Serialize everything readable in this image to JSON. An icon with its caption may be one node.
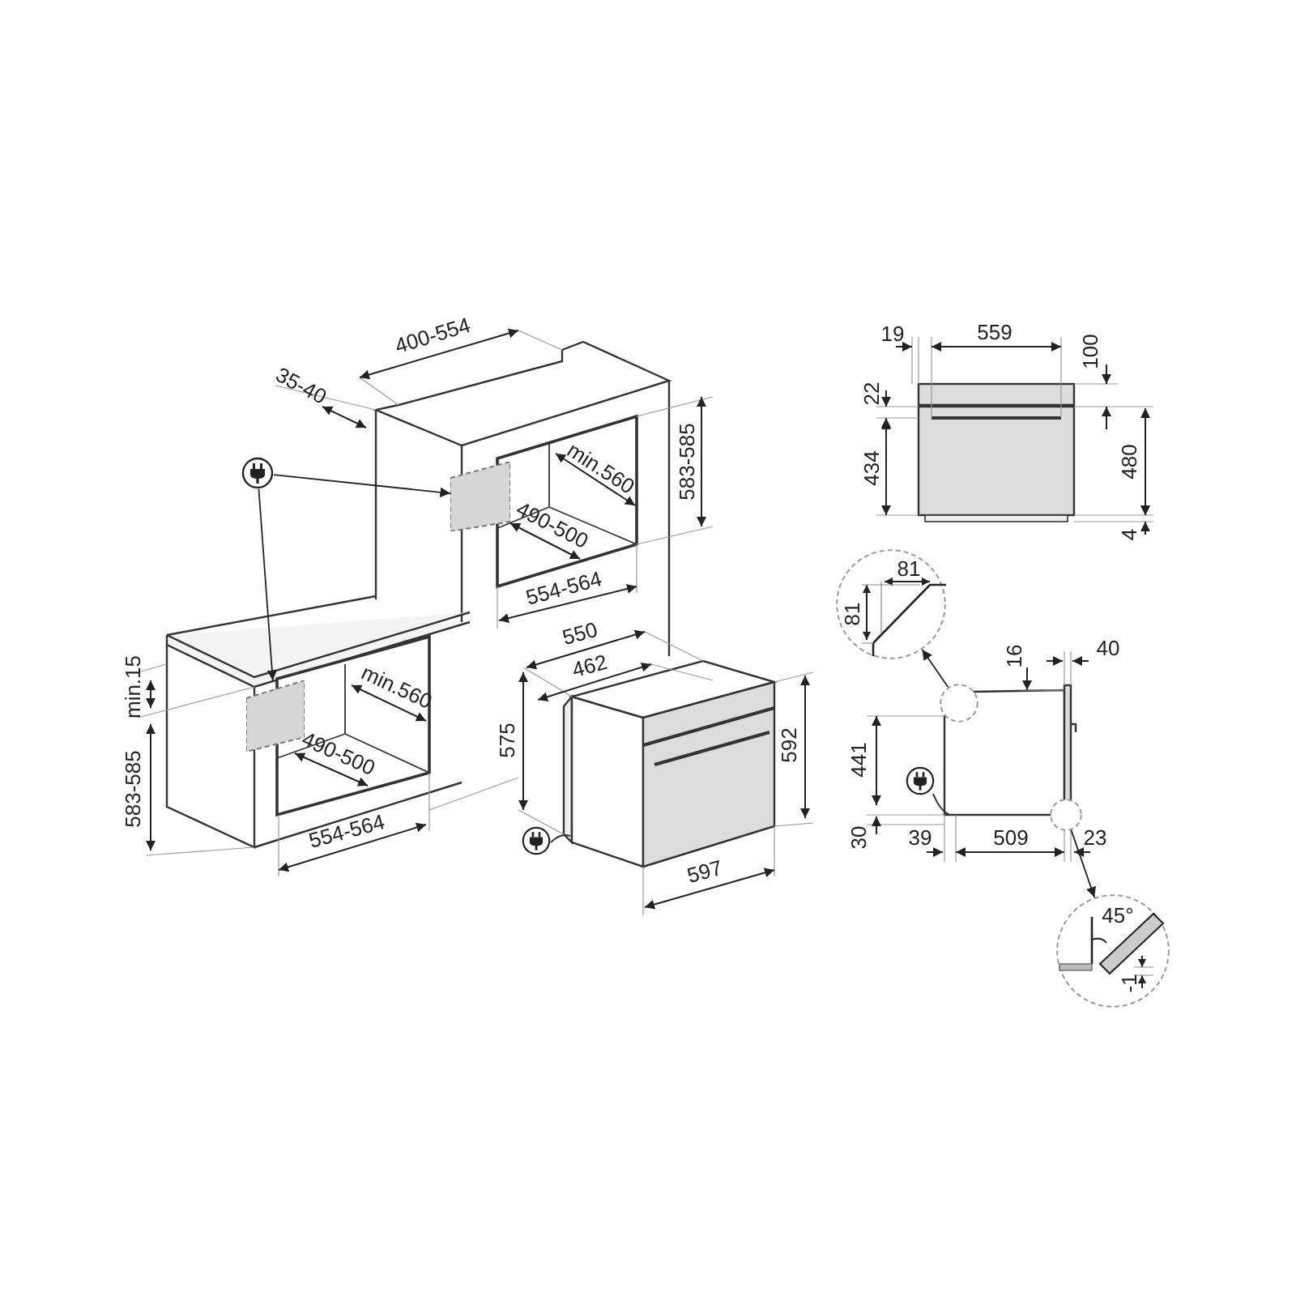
{
  "diagram": {
    "nodes": [
      {
        "text": [],
        "shape": "picture"
      },
      {
        "text": [],
        "shape": "box"
      },
      {
        "text": [],
        "shape": "box"
      },
      {
        "text": [],
        "shape": "circle"
      },
      {
        "text": [
          "81",
          "81"
        ]
      },
      {
        "text": [],
        "shape": "circle"
      },
      {
        "text": [
          "45°",
          "-1"
        ]
      }
    ],
    "edges": [
      {
        "from": 0,
        "to": 1,
        "arrow": "to"
      },
      {
        "from": 0,
        "to": 2,
        "arrow": "to"
      },
      {
        "from": 3,
        "to": 4,
        "arrow": "to"
      },
      {
        "from": 5,
        "to": 6,
        "arrow": "to"
      }
    ],
    "labels": [
      "400-554",
      "35-40",
      "min.560",
      "490-500",
      "583-585",
      "554-564",
      "min.15",
      "583-585",
      "min.560",
      "490-500",
      "554-564",
      "550",
      "462",
      "575",
      "592",
      "597",
      "19",
      "559",
      "100",
      "22",
      "434",
      "480",
      "4",
      "16",
      "40",
      "441",
      "30",
      "39",
      "509",
      "23"
    ]
  }
}
